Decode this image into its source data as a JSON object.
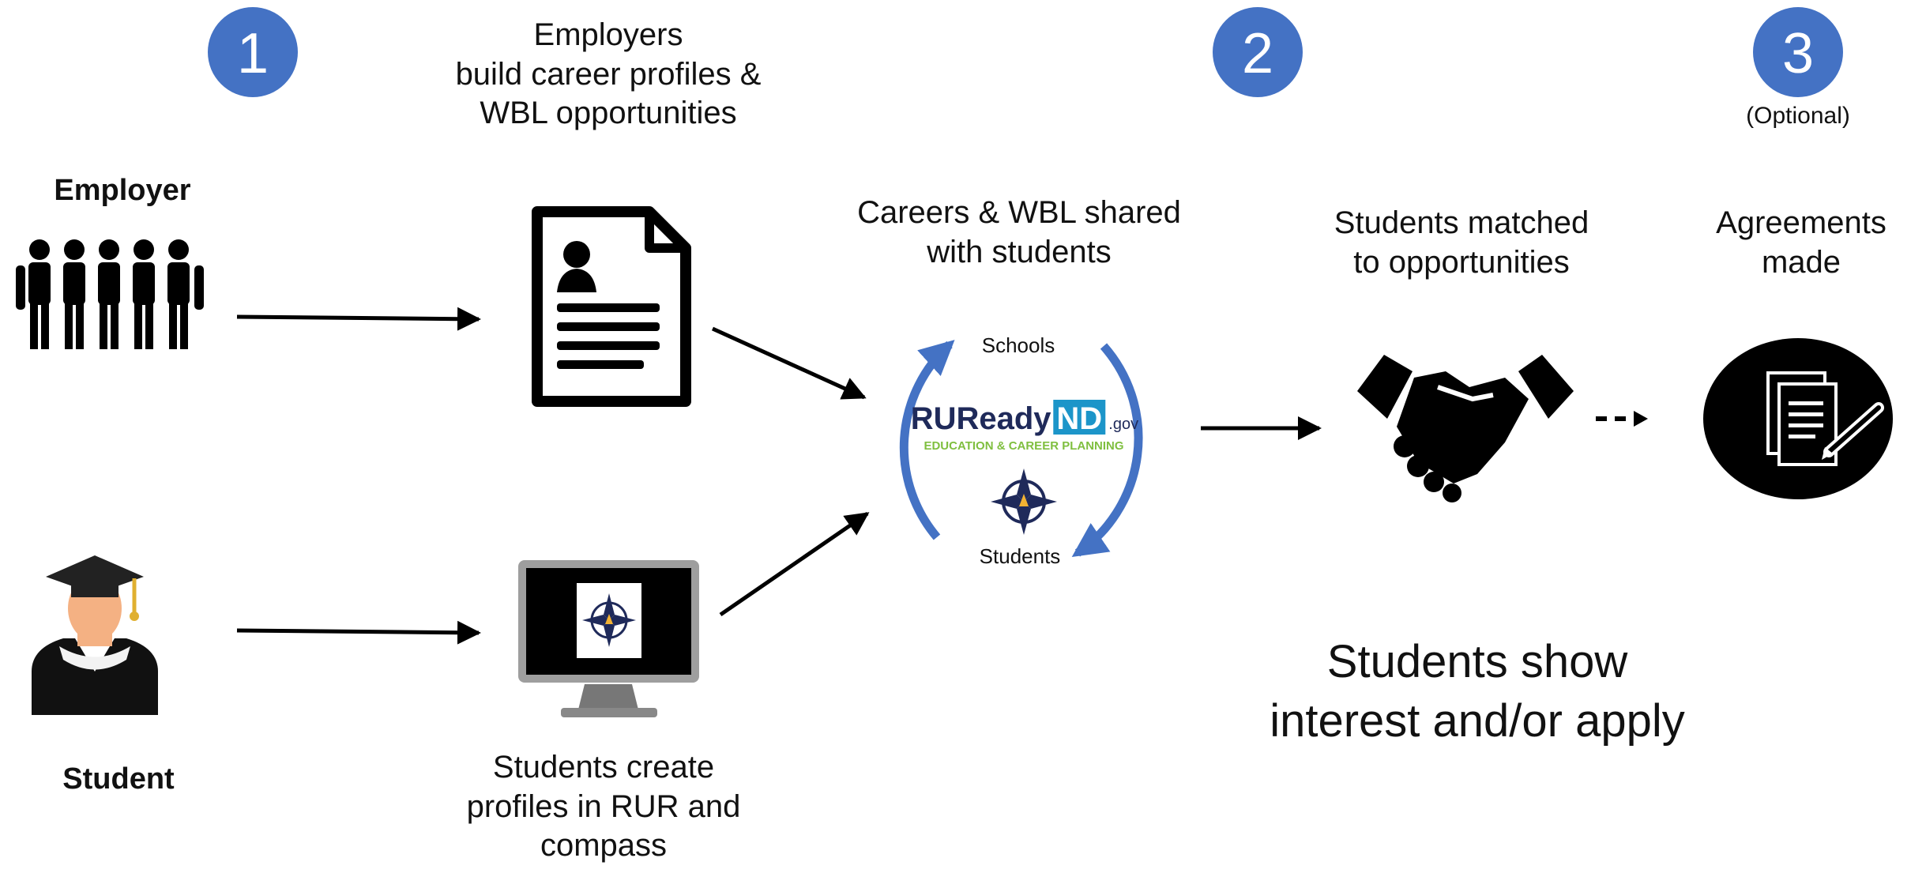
{
  "steps": [
    {
      "number": "1"
    },
    {
      "number": "2"
    },
    {
      "number": "3",
      "note": "(Optional)"
    }
  ],
  "labels": {
    "employer": "Employer",
    "student": "Student",
    "employers_build": "Employers\nbuild career profiles &\nWBL opportunities",
    "students_create": "Students create\nprofiles in RUR and\ncompass",
    "careers_shared": "Careers & WBL shared\nwith students",
    "students_matched": "Students matched\nto opportunities",
    "agreements_made": "Agreements\nmade",
    "students_show": "Students show\ninterest and/or apply"
  },
  "hub": {
    "schools": "Schools",
    "students": "Students",
    "logo_main": "RUReady",
    "logo_nd": "ND",
    "logo_gov": ".gov",
    "logo_tagline": "EDUCATION & CAREER PLANNING"
  },
  "colors": {
    "step_circle": "#4472c4",
    "cycle_arrow": "#4472c4",
    "logo_navy": "#1f2a5a",
    "logo_nd_bg": "#1c95c9",
    "logo_green": "#7fbf3f"
  }
}
